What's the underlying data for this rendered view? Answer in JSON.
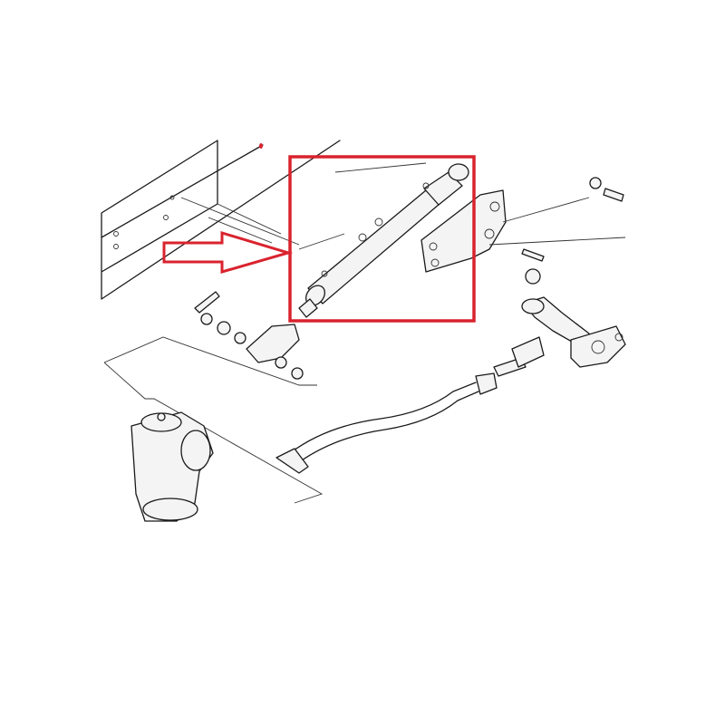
{
  "colors": {
    "background": "#ffffff",
    "line": "#1a1a1a",
    "highlight": "#d9232e"
  },
  "parts": [
    "chassis-frame",
    "steering-cylinder",
    "cylinder-bracket",
    "drag-link",
    "steering-gear-box",
    "pitman-arm",
    "idler-arm-bracket"
  ]
}
